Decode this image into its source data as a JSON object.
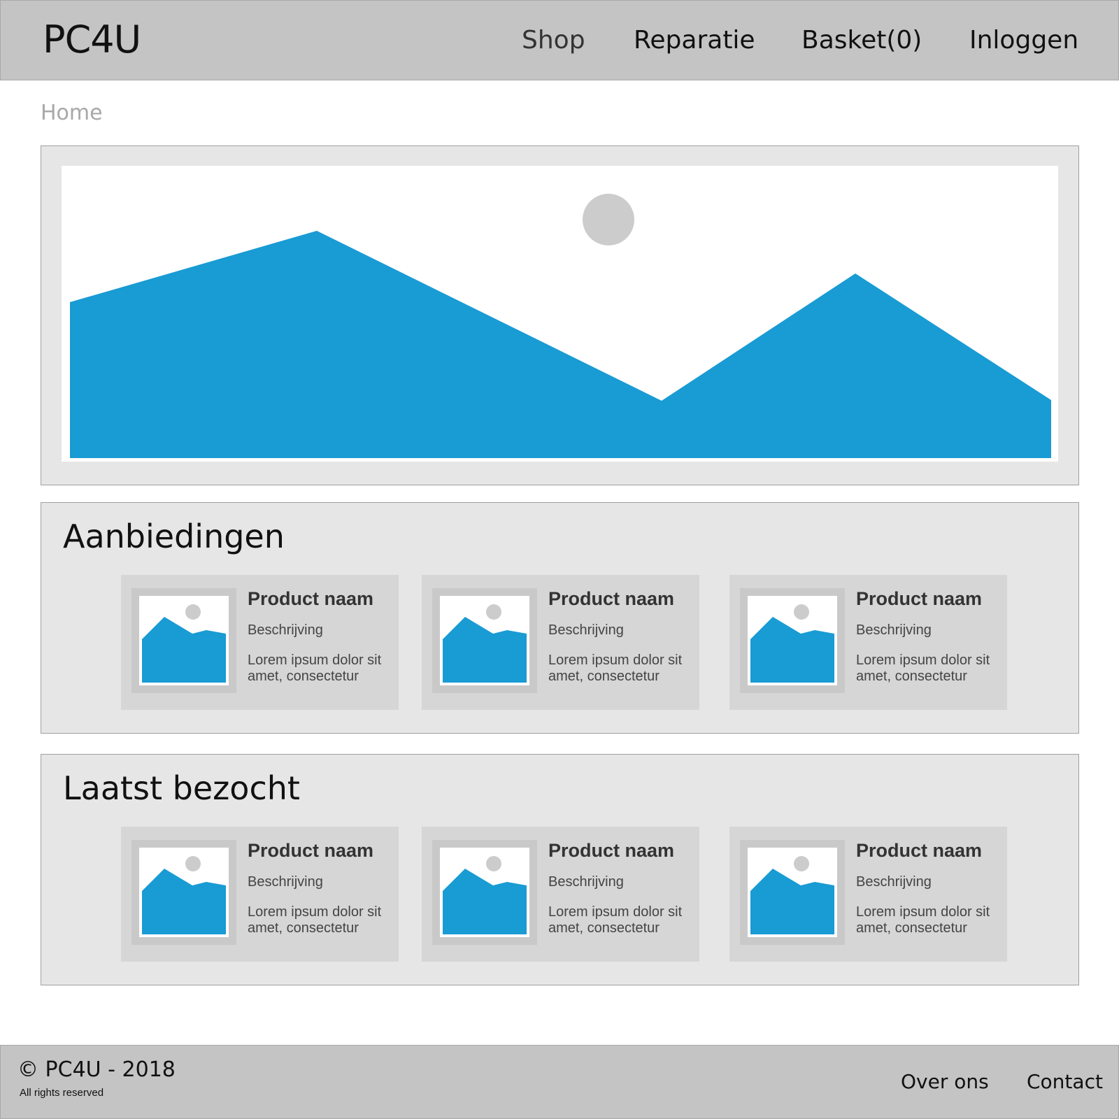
{
  "header": {
    "logo": "PC4U",
    "nav": {
      "shop": "Shop",
      "repair": "Reparatie",
      "basket": "Basket(0)",
      "login": "Inloggen"
    }
  },
  "breadcrumb": "Home",
  "hero": {
    "icon": "image-placeholder-icon"
  },
  "sections": {
    "offers": {
      "title": "Aanbiedingen",
      "products": [
        {
          "name": "Product naam",
          "description": "Beschrijving",
          "text": "Lorem ipsum dolor sit amet, consectetur"
        },
        {
          "name": "Product naam",
          "description": "Beschrijving",
          "text": "Lorem ipsum dolor sit amet, consectetur"
        },
        {
          "name": "Product naam",
          "description": "Beschrijving",
          "text": "Lorem ipsum dolor sit amet, consectetur"
        }
      ]
    },
    "visited": {
      "title": "Laatst bezocht",
      "products": [
        {
          "name": "Product naam",
          "description": "Beschrijving",
          "text": "Lorem ipsum dolor sit amet, consectetur"
        },
        {
          "name": "Product naam",
          "description": "Beschrijving",
          "text": "Lorem ipsum dolor sit amet, consectetur"
        },
        {
          "name": "Product naam",
          "description": "Beschrijving",
          "text": "Lorem ipsum dolor sit amet, consectetur"
        }
      ]
    }
  },
  "footer": {
    "copyright": "© PC4U - 2018",
    "rights": "All rights reserved",
    "about": "Over ons",
    "contact": "Contact"
  },
  "colors": {
    "bar": "#c4c4c4",
    "panel": "#e6e6e6",
    "card": "#d6d6d6",
    "image_accent": "#199bd4",
    "image_sun": "#cccccc"
  }
}
